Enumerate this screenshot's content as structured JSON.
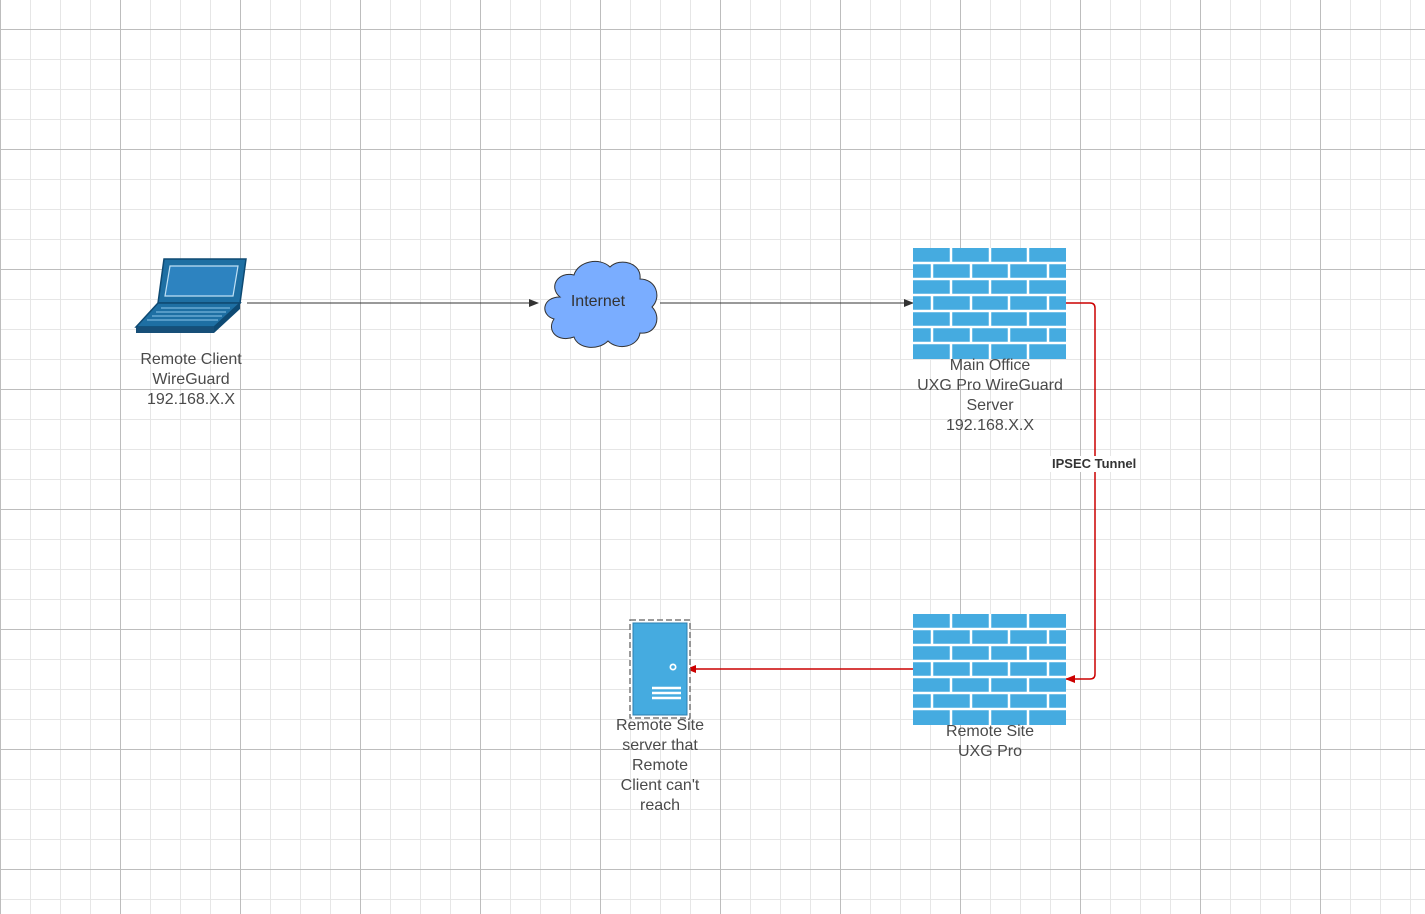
{
  "nodes": {
    "remote_client": {
      "lines": [
        "Remote Client",
        "WireGuard",
        "192.168.X.X"
      ],
      "icon": "laptop-icon"
    },
    "internet": {
      "label": "Internet",
      "icon": "cloud-icon",
      "fill": "#7aadff"
    },
    "main_office": {
      "lines": [
        "Main Office",
        "UXG Pro WireGuard",
        "Server",
        "192.168.X.X"
      ],
      "icon": "firewall-icon"
    },
    "remote_site_uxg": {
      "lines": [
        "Remote Site",
        "UXG Pro"
      ],
      "icon": "firewall-icon"
    },
    "remote_server": {
      "lines": [
        "Remote Site",
        "server that",
        "Remote",
        "Client can't",
        "reach"
      ],
      "icon": "server-icon"
    }
  },
  "edges": {
    "ipsec_label": "IPSEC Tunnel"
  },
  "colors": {
    "firewall": "#45abe0",
    "laptop": "#1e6fa3",
    "connector": "#333333",
    "tunnel": "#cc0000"
  }
}
